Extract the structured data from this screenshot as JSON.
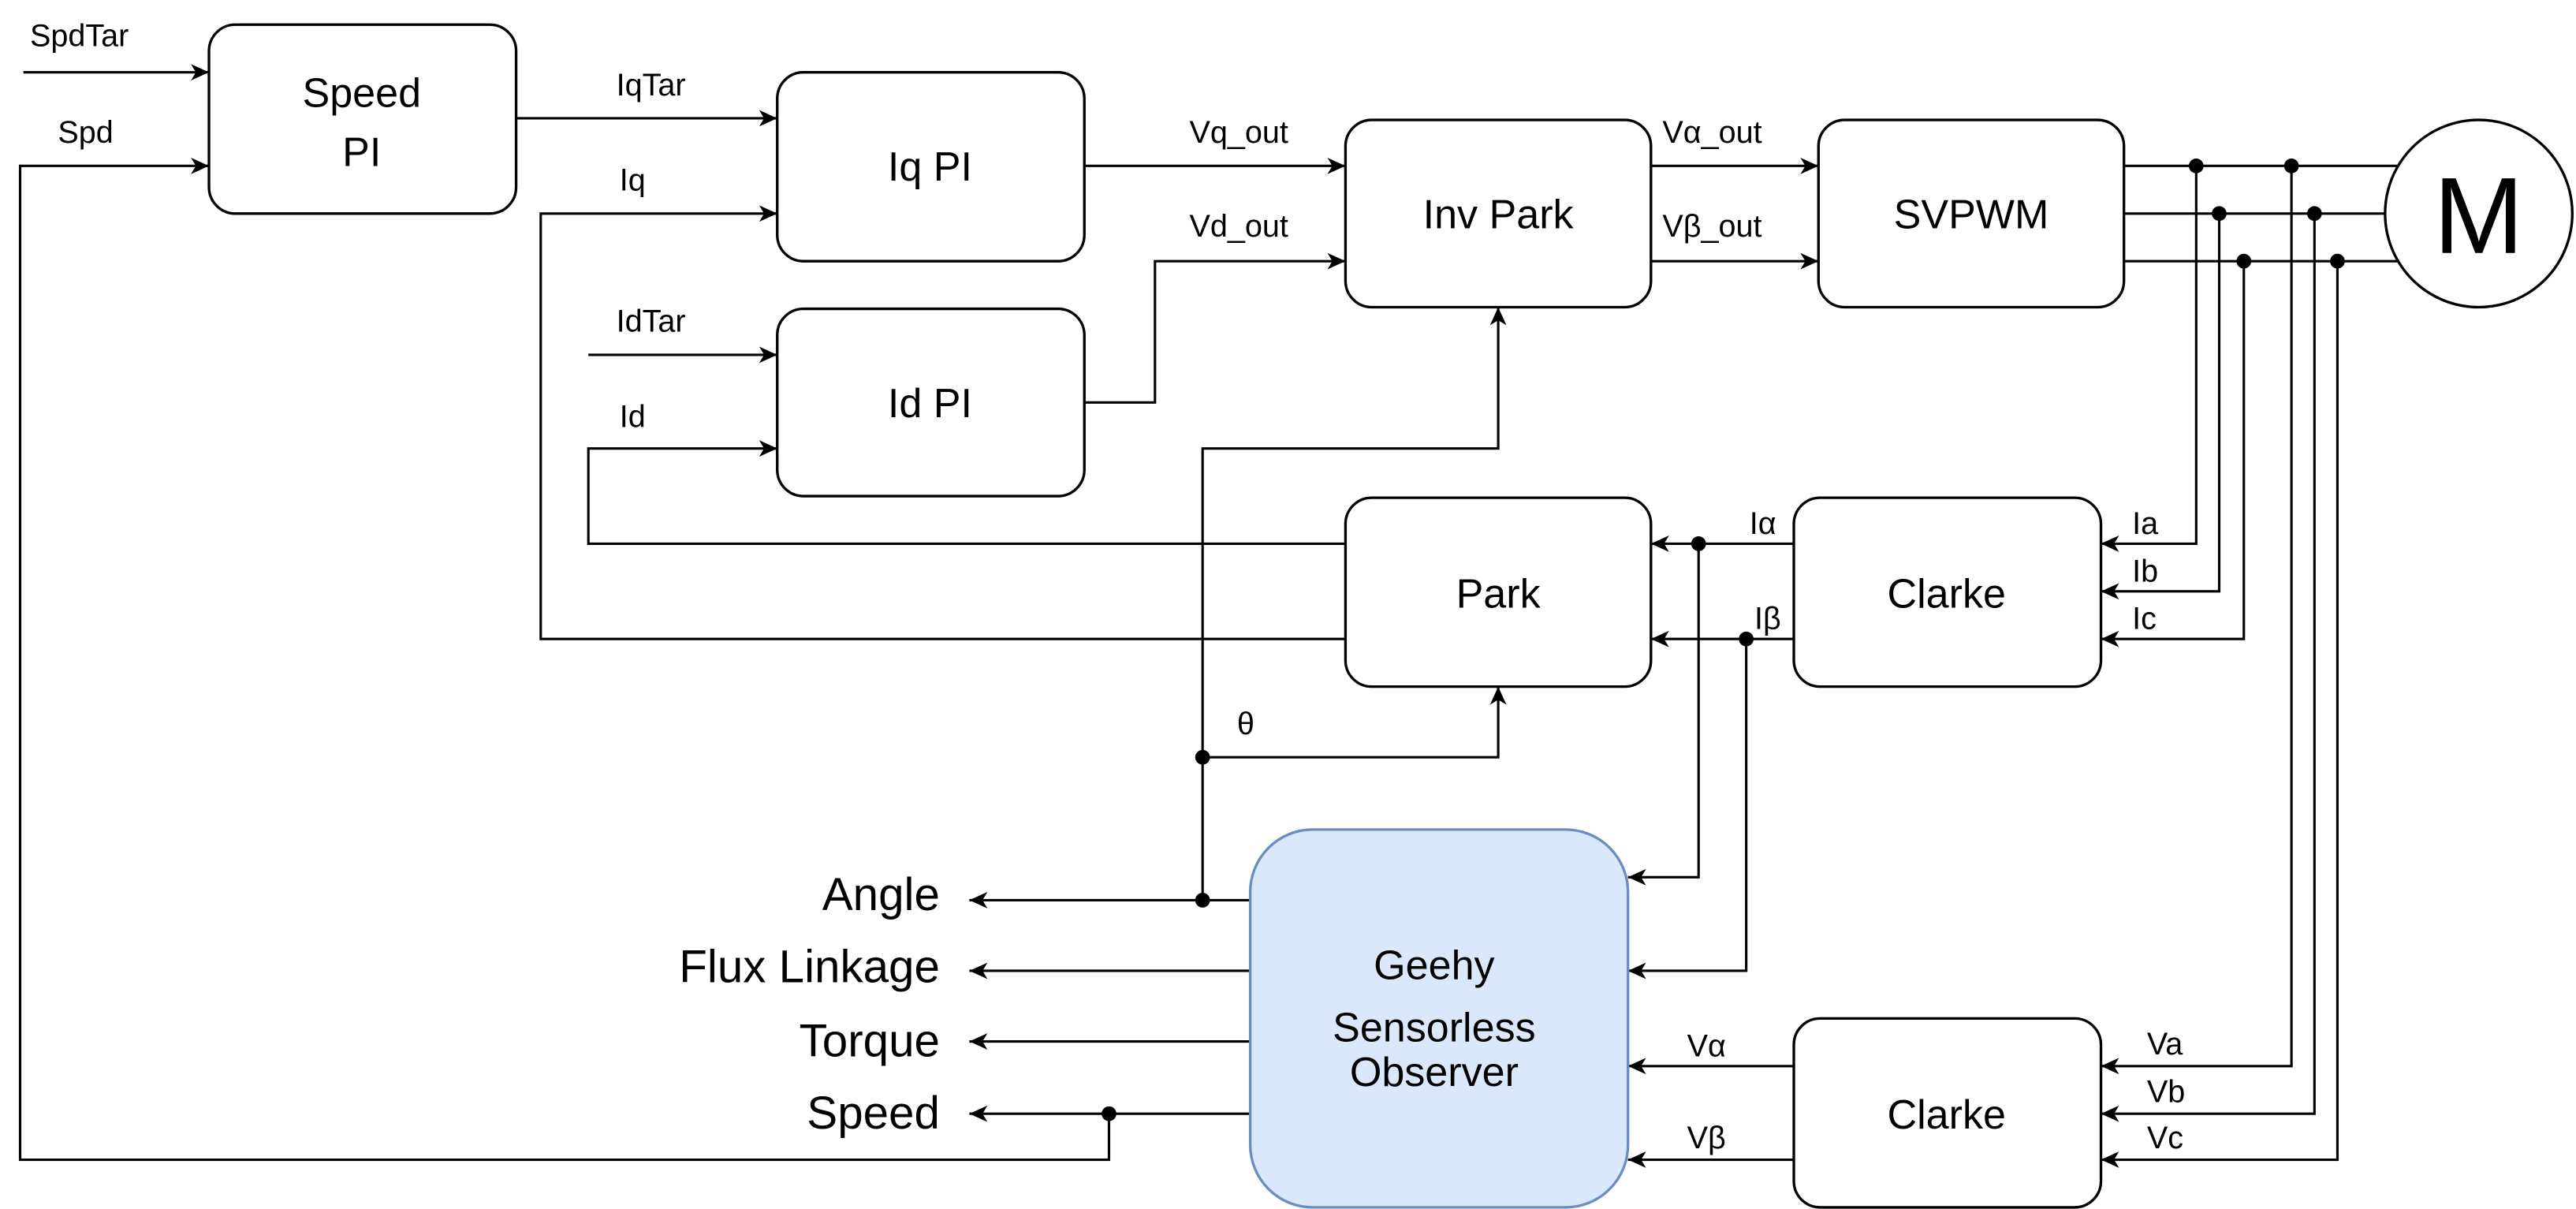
{
  "blocks": {
    "speed_pi": [
      "Speed",
      "PI"
    ],
    "iq_pi": "Iq PI",
    "id_pi": "Id PI",
    "inv_park": "Inv Park",
    "svpwm": "SVPWM",
    "motor": "M",
    "park": "Park",
    "clarke_current": "Clarke",
    "clarke_voltage": "Clarke",
    "observer": [
      "Geehy",
      "Sensorless",
      "Observer"
    ]
  },
  "signals": {
    "spd_tar": "SpdTar",
    "spd": "Spd",
    "iq_tar": "IqTar",
    "iq": "Iq",
    "id_tar": "IdTar",
    "id": "Id",
    "vq_out": "Vq_out",
    "vd_out": "Vd_out",
    "valpha_out": "Vα_out",
    "vbeta_out": "Vβ_out",
    "ialpha": "Iα",
    "ibeta": "Iβ",
    "ia": "Ia",
    "ib": "Ib",
    "ic": "Ic",
    "theta": "θ",
    "valpha": "Vα",
    "vbeta": "Vβ",
    "va": "Va",
    "vb": "Vb",
    "vc": "Vc"
  },
  "outputs": [
    "Angle",
    "Flux Linkage",
    "Torque",
    "Speed"
  ],
  "colors": {
    "observer_fill": "#dae8fc",
    "observer_stroke": "#6c8ebf"
  }
}
